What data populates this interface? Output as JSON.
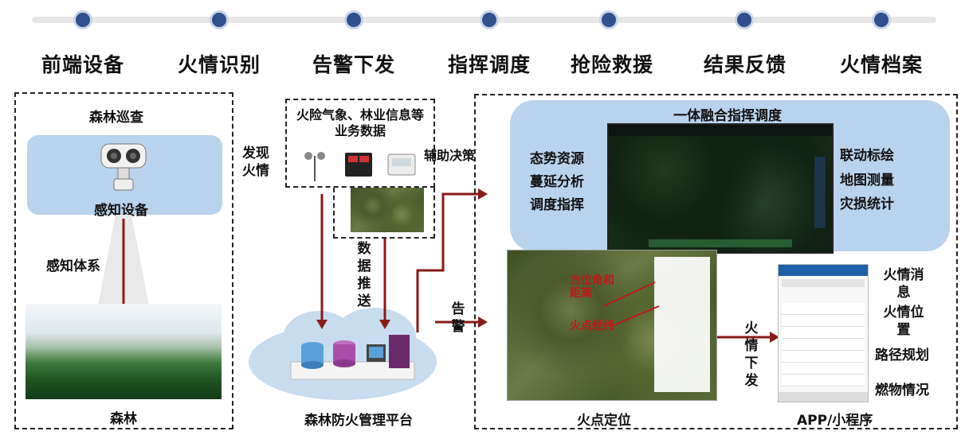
{
  "timeline": {
    "stages": [
      "前端设备",
      "火情识别",
      "告警下发",
      "指挥调度",
      "抢险救援",
      "结果反馈",
      "火情档案"
    ]
  },
  "left_panel": {
    "title": "森林巡查",
    "device_label": "感知设备",
    "system_label": "感知体系",
    "forest_label": "森林"
  },
  "middle": {
    "discover_label": "发现火情",
    "data_title": "火险气象、林业信息等业务数据",
    "decision_label": "辅助决策",
    "push_label": "数据推送",
    "alarm_label": "告警",
    "platform_label": "森林防火管理平台"
  },
  "right": {
    "command_title": "一体融合指挥调度",
    "left_features": [
      "态势资源",
      "蔓延分析",
      "调度指挥"
    ],
    "right_features": [
      "联动标绘",
      "地图测量",
      "灾损统计"
    ],
    "fire_send_label": "火情下发",
    "fire_locate_label": "火点定位",
    "app_label": "APP/小程序",
    "app_features": [
      "火情消息",
      "火情位置",
      "路径规划",
      "燃物情况"
    ],
    "map_annotations": [
      "方位角和距离",
      "火点经纬"
    ]
  },
  "colors": {
    "arrow": "#8b1a1a",
    "dot": "#2f4f8d",
    "panel_blue": "#b9d3ec"
  }
}
